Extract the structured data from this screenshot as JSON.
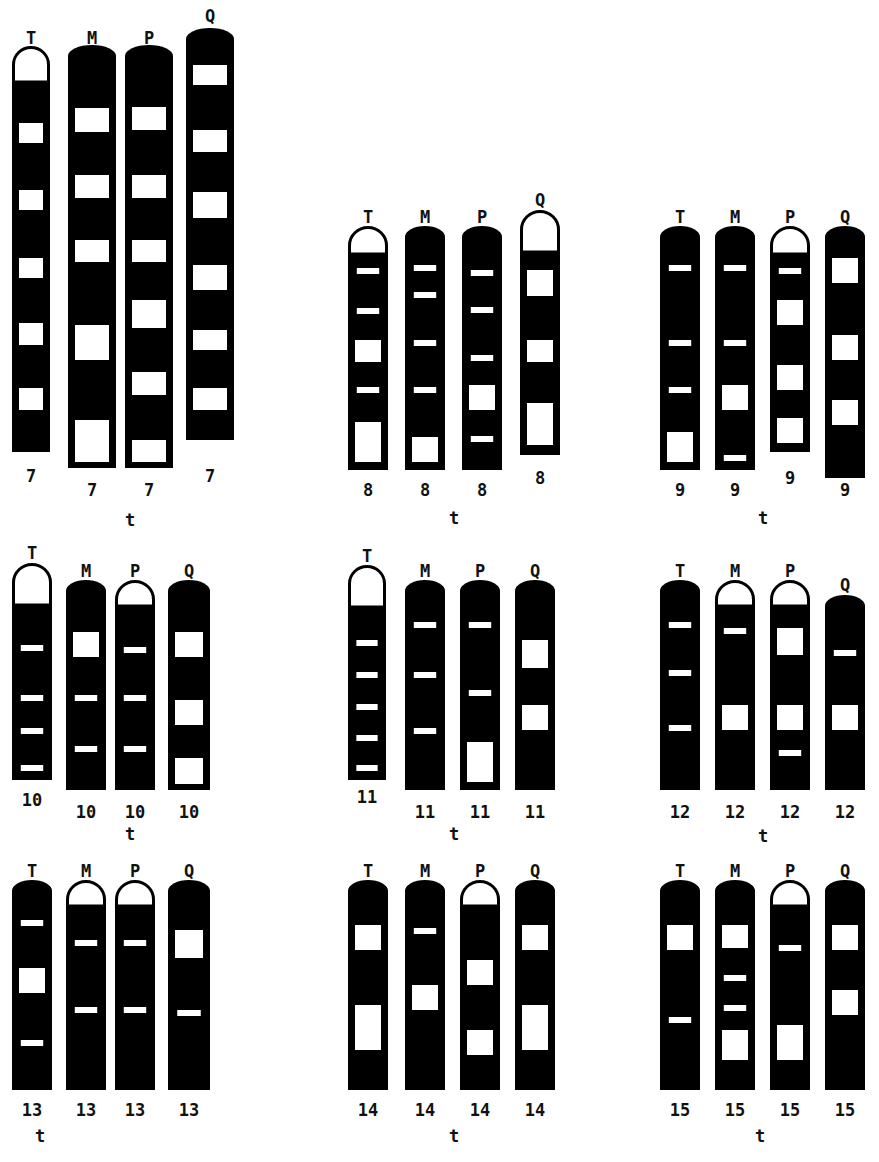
{
  "diagram": {
    "nodes": [
      {
        "text": [
          "T",
          "7"
        ]
      },
      {
        "text": [
          "M",
          "7"
        ]
      },
      {
        "text": [
          "P",
          "7"
        ]
      },
      {
        "text": [
          "Q",
          "7"
        ]
      },
      {
        "text": [
          "T",
          "8"
        ]
      },
      {
        "text": [
          "M",
          "8"
        ]
      },
      {
        "text": [
          "P",
          "8"
        ]
      },
      {
        "text": [
          "Q",
          "8"
        ]
      },
      {
        "text": [
          "T",
          "9"
        ]
      },
      {
        "text": [
          "M",
          "9"
        ]
      },
      {
        "text": [
          "P",
          "9"
        ]
      },
      {
        "text": [
          "Q",
          "9"
        ]
      },
      {
        "text": [
          "T",
          "10"
        ]
      },
      {
        "text": [
          "M",
          "10"
        ]
      },
      {
        "text": [
          "P",
          "10"
        ]
      },
      {
        "text": [
          "Q",
          "10"
        ]
      },
      {
        "text": [
          "T",
          "11"
        ]
      },
      {
        "text": [
          "M",
          "11"
        ]
      },
      {
        "text": [
          "P",
          "11"
        ]
      },
      {
        "text": [
          "Q",
          "11"
        ]
      },
      {
        "text": [
          "T",
          "12"
        ]
      },
      {
        "text": [
          "M",
          "12"
        ]
      },
      {
        "text": [
          "P",
          "12"
        ]
      },
      {
        "text": [
          "Q",
          "12"
        ]
      },
      {
        "text": [
          "T",
          "13"
        ]
      },
      {
        "text": [
          "M",
          "13"
        ]
      },
      {
        "text": [
          "P",
          "13"
        ]
      },
      {
        "text": [
          "Q",
          "13"
        ]
      },
      {
        "text": [
          "T",
          "14"
        ]
      },
      {
        "text": [
          "M",
          "14"
        ]
      },
      {
        "text": [
          "P",
          "14"
        ]
      },
      {
        "text": [
          "Q",
          "14"
        ]
      },
      {
        "text": [
          "T",
          "15"
        ]
      },
      {
        "text": [
          "M",
          "15"
        ]
      },
      {
        "text": [
          "P",
          "15"
        ]
      },
      {
        "text": [
          "Q",
          "15"
        ]
      }
    ],
    "labels": [
      "t",
      "t",
      "t",
      "t",
      "t",
      "t",
      "t",
      "t",
      "t"
    ]
  }
}
